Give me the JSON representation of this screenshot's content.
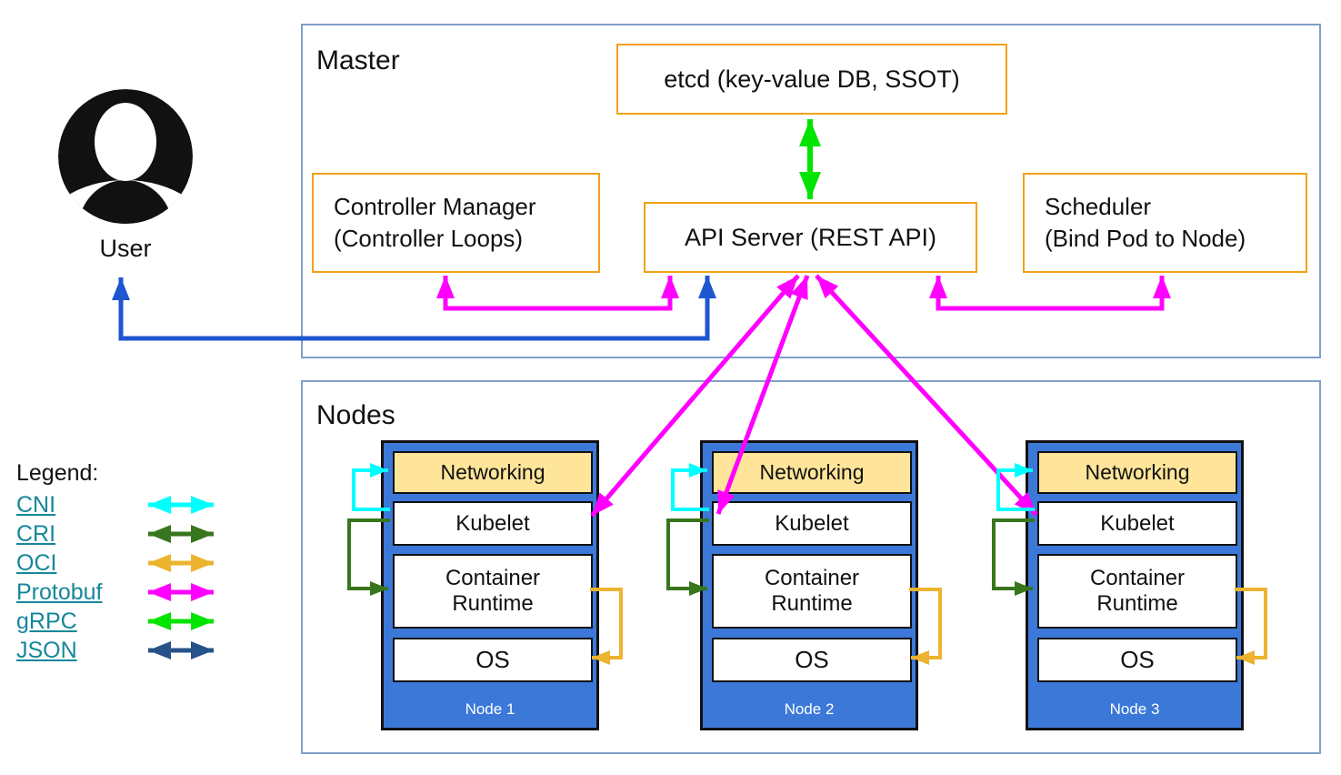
{
  "colors": {
    "cni_cyan": "#00ffff",
    "cri_green": "#38761d",
    "oci_gold": "#ecb32f",
    "protobuf_magenta": "#ff00ff",
    "grpc_green": "#00e400",
    "json_navy": "#265289",
    "user_arrow_blue": "#1e56d0",
    "node_blue": "#3c78d8",
    "networking_fill": "#ffe599",
    "box_border_orange": "#f4a118",
    "section_border_blue": "#7f9fc6",
    "legend_link_teal": "#16879b"
  },
  "master": {
    "label": "Master",
    "etcd_label": "etcd (key-value DB, SSOT)",
    "api_server_label": "API Server (REST API)",
    "controller_manager_line1": "Controller Manager",
    "controller_manager_line2": "(Controller Loops)",
    "scheduler_line1": "Scheduler",
    "scheduler_line2": "(Bind Pod to Node)"
  },
  "user": {
    "label": "User"
  },
  "nodes_section": {
    "label": "Nodes",
    "layers": {
      "networking": "Networking",
      "kubelet": "Kubelet",
      "container_runtime_line1": "Container",
      "container_runtime_line2": "Runtime",
      "os": "OS"
    },
    "node_names": [
      "Node 1",
      "Node 2",
      "Node 3"
    ]
  },
  "legend": {
    "title": "Legend:",
    "items": [
      {
        "label": "CNI",
        "color": "#00ffff"
      },
      {
        "label": "CRI",
        "color": "#38761d"
      },
      {
        "label": "OCI",
        "color": "#ecb32f"
      },
      {
        "label": "Protobuf",
        "color": "#ff00ff"
      },
      {
        "label": "gRPC",
        "color": "#00e400"
      },
      {
        "label": "JSON",
        "color": "#265289"
      }
    ]
  }
}
